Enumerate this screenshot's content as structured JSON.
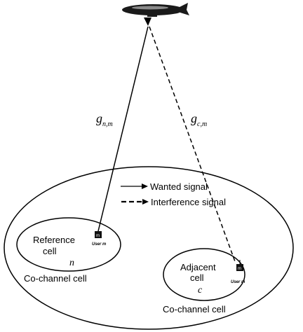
{
  "links": {
    "wanted_gain": {
      "base": "g",
      "subscript": "n,m"
    },
    "interference_gain": {
      "base": "g",
      "subscript": "c,m"
    }
  },
  "legend": {
    "wanted": "Wanted signal",
    "interference": "Interference signal"
  },
  "reference_cell": {
    "title_line1": "Reference",
    "title_line2": "cell",
    "index": "n",
    "type_label": "Co-channel cell",
    "user_label": "User m",
    "terminal_glyph": "m"
  },
  "adjacent_cell": {
    "title_line1": "Adjacent",
    "title_line2": "cell",
    "index": "c",
    "type_label": "Co-channel cell",
    "user_label": "User m",
    "terminal_glyph": "m"
  },
  "colors": {
    "ink": "#000000",
    "background": "#ffffff"
  },
  "icons": {
    "platform": "airship-icon",
    "terminal": "user-terminal-icon"
  }
}
